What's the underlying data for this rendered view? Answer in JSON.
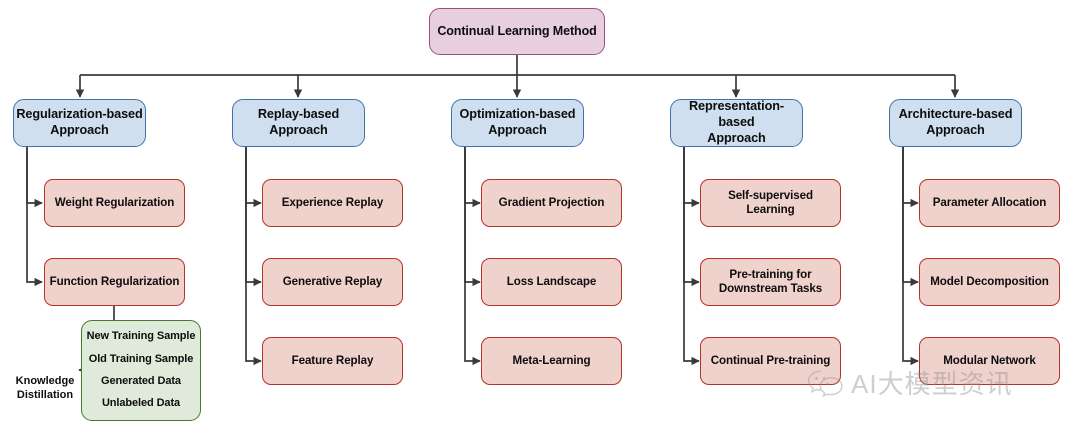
{
  "diagram": {
    "title_node": {
      "label": "Continual Learning Method"
    },
    "branches": [
      {
        "label": "Regularization-based\nApproach",
        "children": [
          {
            "label": "Weight Regularization"
          },
          {
            "label": "Function Regularization"
          }
        ],
        "edge_label": "Knowledge\nDistillation",
        "data_box": {
          "lines": [
            "New Training Sample",
            "Old Training Sample",
            "Generated Data",
            "Unlabeled Data"
          ]
        }
      },
      {
        "label": "Replay-based\nApproach",
        "children": [
          {
            "label": "Experience Replay"
          },
          {
            "label": "Generative Replay"
          },
          {
            "label": "Feature Replay"
          }
        ]
      },
      {
        "label": "Optimization-based\nApproach",
        "children": [
          {
            "label": "Gradient Projection"
          },
          {
            "label": "Loss Landscape"
          },
          {
            "label": "Meta-Learning"
          }
        ]
      },
      {
        "label": "Representation-based\nApproach",
        "children": [
          {
            "label": "Self-supervised\nLearning"
          },
          {
            "label": "Pre-training for\nDownstream Tasks"
          },
          {
            "label": "Continual Pre-training"
          }
        ]
      },
      {
        "label": "Architecture-based\nApproach",
        "children": [
          {
            "label": "Parameter Allocation"
          },
          {
            "label": "Model Decomposition"
          },
          {
            "label": "Modular Network"
          }
        ]
      }
    ]
  },
  "watermark": {
    "text": "AI大模型资讯",
    "icon": "wechat-icon"
  },
  "colors": {
    "root_fill": "#e8cfe0",
    "root_stroke": "#9c4f81",
    "level2_fill": "#cfdfef",
    "level2_stroke": "#4272a8",
    "level3_fill": "#f0d2cd",
    "level3_stroke": "#b5332a",
    "data_fill": "#dfeada",
    "data_stroke": "#437a2f",
    "edge_stroke": "#3a3a3a"
  }
}
